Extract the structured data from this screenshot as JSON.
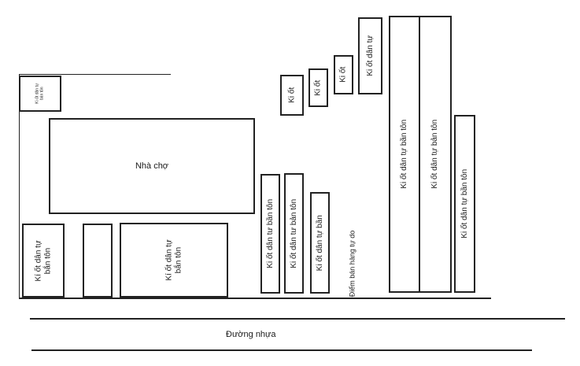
{
  "labels": {
    "market_hall": "Nhà chợ",
    "kiosk_self_built_short": "Ki ốt dân tự bán tôn",
    "kiosk_self_built_line1": "Kí ốt dân tự",
    "kiosk_self_built_line2": "bắn tôn",
    "kiosk_sells_short": "Kí ốt dân tự bán tôn",
    "kiosk_a": "Ki ốt dân tự bần tôn",
    "kiosk_b": "Ki ốt dân tư bần tôn",
    "kiosk_c": "Ki ốt dân tự bản tôn",
    "kiosk_d": "Ki ốt dân tự bần tôn",
    "kiosk_small_1": "Ki ốt",
    "kiosk_small_2": "Ki ốt",
    "kiosk_small_3": "Ki ốt",
    "kiosk_small_4": "Ki ốt dân tự",
    "tiny_kiosk": "Ki ốt dân tự bán tôn",
    "inner_kiosk_1": "Ki ốt dân tư bần tôn",
    "inner_kiosk_2": "Ki ốt dân tư bản tôn",
    "inner_kiosk_3": "Ki ốt dân tự bần",
    "free_vendor_point": "Điểm bán hàng tự do",
    "road": "Đường nhựa"
  },
  "colors": {
    "stroke": "#222222",
    "background": "#ffffff",
    "text": "#1a1a1a"
  }
}
